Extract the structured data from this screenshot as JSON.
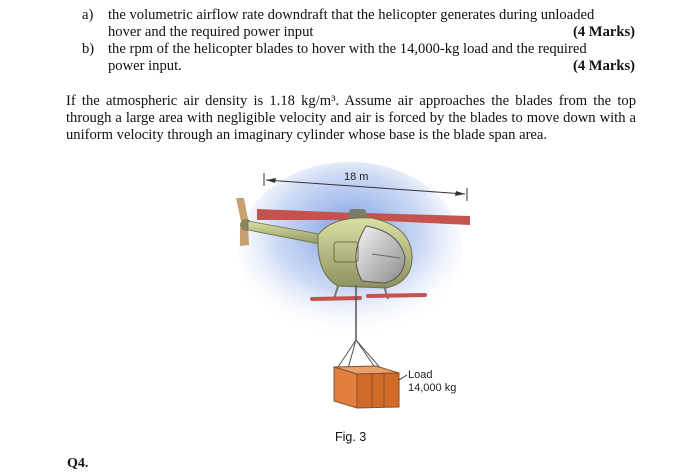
{
  "questions": [
    {
      "label": "a)",
      "line1": "the volumetric airflow rate downdraft that the helicopter generates during unloaded",
      "line2": "hover and the required power input",
      "marks": "(4 Marks)"
    },
    {
      "label": "b)",
      "line1": "the rpm of the helicopter blades to hover with the 14,000-kg load and the required",
      "line2": "power input.",
      "marks": "(4 Marks)"
    }
  ],
  "paragraph": "If the atmospheric air density is 1.18 kg/m³. Assume air approaches the blades from the top through a large area with negligible velocity and air is forced by the blades to move down with a uniform velocity through an imaginary cylinder whose base is the blade span area.",
  "figure": {
    "span_label": "18 m",
    "load_label": "Load",
    "load_value": "14,000 kg",
    "caption": "Fig. 3"
  },
  "next_question": "Q4."
}
